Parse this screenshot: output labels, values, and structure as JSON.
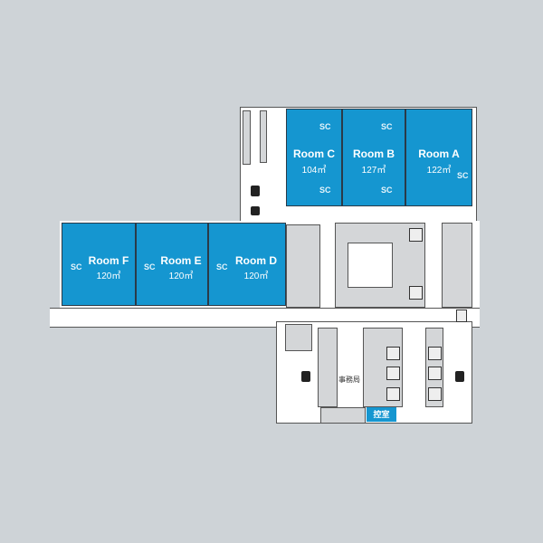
{
  "rooms": [
    {
      "name": "Room A",
      "area": "122㎡"
    },
    {
      "name": "Room B",
      "area": "127㎡"
    },
    {
      "name": "Room C",
      "area": "104㎡"
    },
    {
      "name": "Room D",
      "area": "120㎡"
    },
    {
      "name": "Room E",
      "area": "120㎡"
    },
    {
      "name": "Room F",
      "area": "120㎡"
    }
  ],
  "sc_label": "SC",
  "office_label": "事務局",
  "waiting_room_label": "控室",
  "colors": {
    "room": "#1596d0",
    "background": "#ced3d7"
  }
}
